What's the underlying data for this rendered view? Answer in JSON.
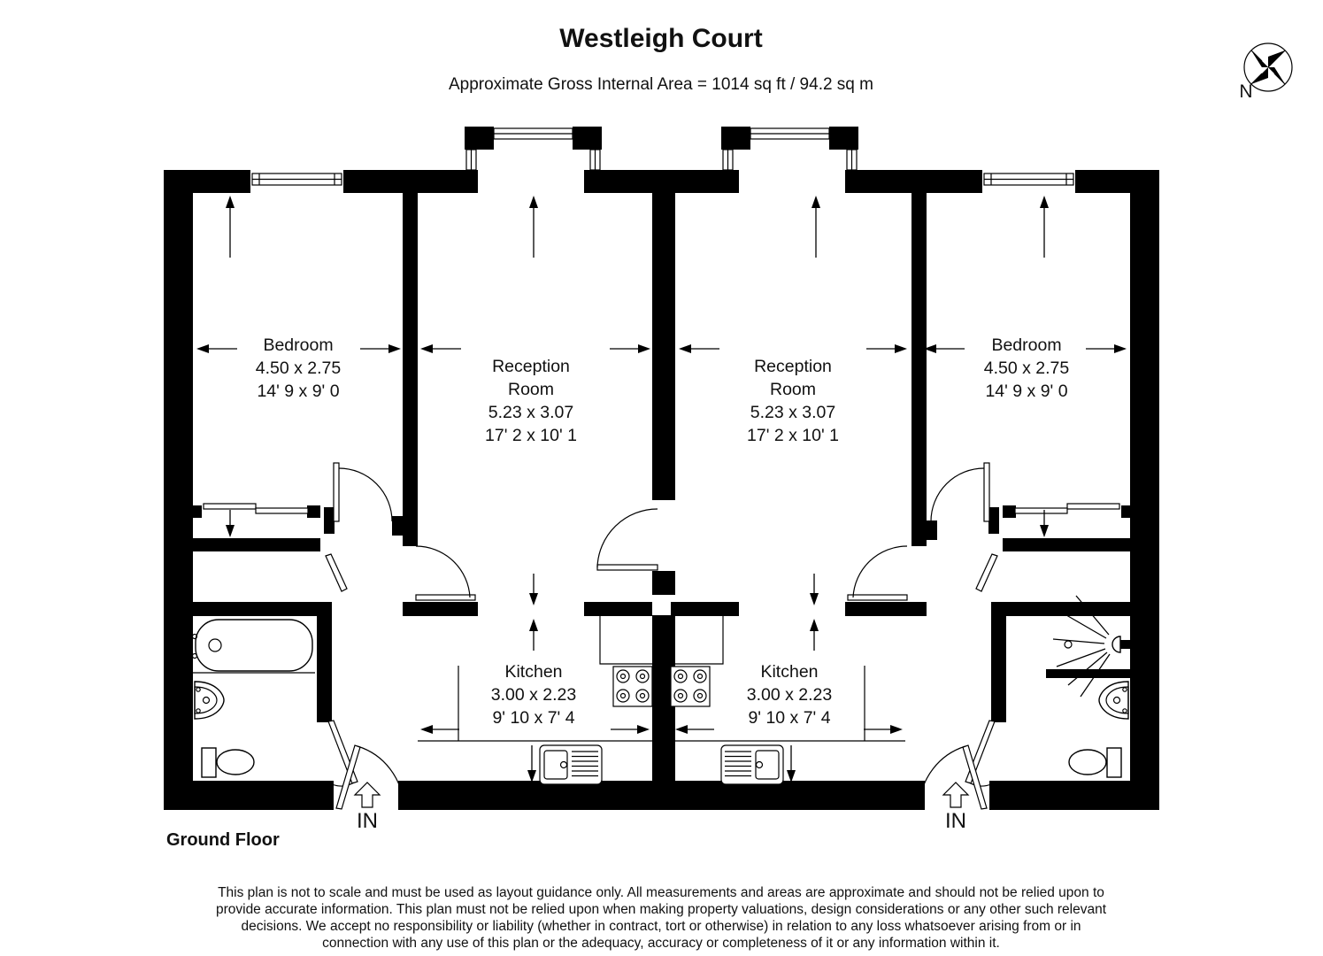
{
  "header": {
    "title": "Westleigh Court",
    "subtitle": "Approximate Gross Internal Area = 1014 sq ft / 94.2 sq m"
  },
  "compass": {
    "north_label": "N"
  },
  "floor_label": "Ground Floor",
  "rooms": {
    "bedroom_left": {
      "name": "Bedroom",
      "metric": "4.50 x 2.75",
      "imperial": "14' 9 x 9' 0"
    },
    "reception_left": {
      "name1": "Reception",
      "name2": "Room",
      "metric": "5.23 x 3.07",
      "imperial": "17' 2 x 10' 1"
    },
    "reception_right": {
      "name1": "Reception",
      "name2": "Room",
      "metric": "5.23 x 3.07",
      "imperial": "17' 2 x 10' 1"
    },
    "bedroom_right": {
      "name": "Bedroom",
      "metric": "4.50 x 2.75",
      "imperial": "14' 9 x 9' 0"
    },
    "kitchen_left": {
      "name": "Kitchen",
      "metric": "3.00 x 2.23",
      "imperial": "9' 10 x 7' 4"
    },
    "kitchen_right": {
      "name": "Kitchen",
      "metric": "3.00 x 2.23",
      "imperial": "9' 10 x 7' 4"
    }
  },
  "entrances": {
    "left": "IN",
    "right": "IN"
  },
  "disclaimer": [
    "This plan is not to scale and must be used as layout guidance only. All measurements and areas are approximate and should not be relied upon to",
    "provide accurate information. This plan must not be relied upon when making property valuations, design considerations or any other such relevant",
    "decisions. We accept no responsibility or liability (whether in contract, tort or otherwise) in relation to any loss whatsoever arising from or in",
    "connection with any use of this plan or the adequacy, accuracy or completeness of it or any information within it."
  ]
}
